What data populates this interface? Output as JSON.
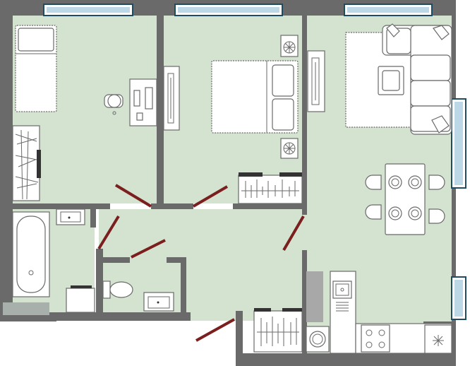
{
  "colors": {
    "floor": "#d3e3d0",
    "wall": "#6a6a6a",
    "door": "#7a1e1e",
    "window_frame": "#1e4d63",
    "window_glass": "#bcd7e5",
    "furniture": "#ffffff"
  },
  "rooms": [
    {
      "id": "bedroom-1",
      "furniture": [
        "single-bed",
        "desk",
        "office-chair",
        "wardrobe"
      ]
    },
    {
      "id": "bedroom-2",
      "furniture": [
        "double-bed",
        "nightstand-left",
        "nightstand-right",
        "wardrobe",
        "tv-stand"
      ]
    },
    {
      "id": "living-room",
      "furniture": [
        "corner-sofa",
        "coffee-table",
        "dining-table",
        "chairs-6",
        "tv-stand"
      ]
    },
    {
      "id": "kitchen",
      "furniture": [
        "sink",
        "stove",
        "fridge",
        "counter"
      ]
    },
    {
      "id": "bathroom",
      "furniture": [
        "bathtub",
        "washbasin",
        "washing-machine"
      ]
    },
    {
      "id": "toilet",
      "furniture": [
        "toilet-bowl",
        "washbasin"
      ]
    },
    {
      "id": "hallway",
      "furniture": [
        "wardrobe"
      ]
    }
  ],
  "icons": [
    "fan-icon",
    "stove-burner-icon",
    "snowflake-icon"
  ]
}
